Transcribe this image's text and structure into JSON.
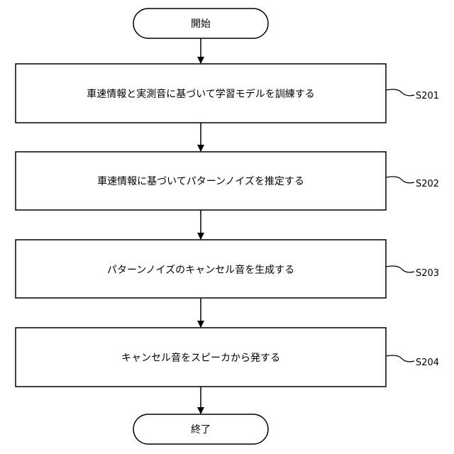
{
  "flowchart": {
    "start": "開始",
    "end": "終了",
    "steps": [
      {
        "text": "車速情報と実測音に基づいて学習モデルを訓練する",
        "label": "S201"
      },
      {
        "text": "車速情報に基づいてパターンノイズを推定する",
        "label": "S202"
      },
      {
        "text": "パターンノイズのキャンセル音を生成する",
        "label": "S203"
      },
      {
        "text": "キャンセル音をスピーカから発する",
        "label": "S204"
      }
    ]
  }
}
